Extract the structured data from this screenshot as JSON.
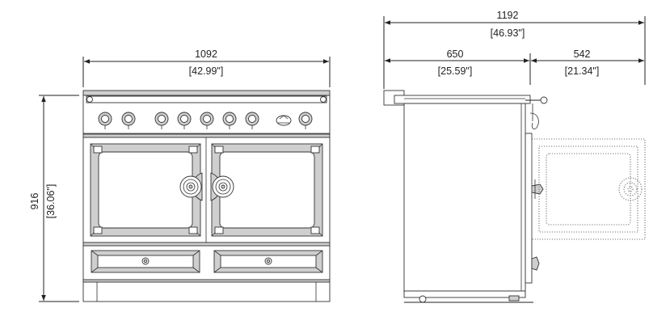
{
  "dimensions": {
    "front_width": {
      "mm": "1092",
      "inches": "[42.99\"]"
    },
    "front_height": {
      "mm": "916",
      "inches": "[36.06\"]"
    },
    "side_total": {
      "mm": "1192",
      "inches": "[46.93\"]"
    },
    "side_depth": {
      "mm": "650",
      "inches": "[25.59\"]"
    },
    "door_open": {
      "mm": "542",
      "inches": "[21.34\"]"
    }
  },
  "colors": {
    "line": "#222222",
    "panel_gray": "#cfcfcf",
    "dotted": "#777777"
  }
}
